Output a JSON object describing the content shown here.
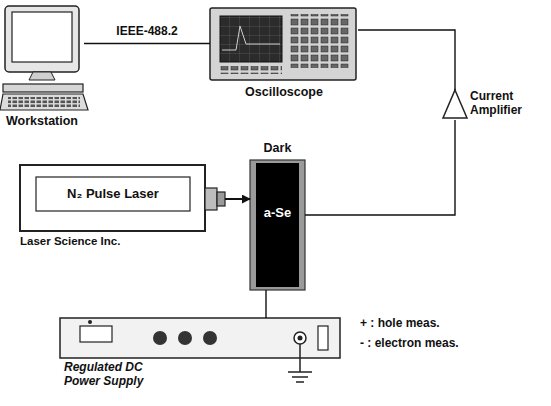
{
  "diagram": {
    "nodes": [
      {
        "text": [
          "Workstation"
        ]
      },
      {
        "text": [
          "Oscilloscope"
        ]
      },
      {
        "text": [
          "Current Amplifier"
        ]
      },
      {
        "text": [
          "N₂ Pulse Laser",
          "Laser Science Inc."
        ]
      },
      {
        "text": [
          "Dark",
          "a-Se"
        ]
      },
      {
        "text": [
          "Regulated DC Power Supply"
        ]
      }
    ],
    "edges": [
      {
        "from": 0,
        "to": 1,
        "arrow": "none",
        "label": "IEEE-488.2"
      },
      {
        "from": 1,
        "to": 2,
        "arrow": "none"
      },
      {
        "from": 2,
        "to": 4,
        "arrow": "none"
      },
      {
        "from": 3,
        "to": 4,
        "arrow": "to"
      },
      {
        "from": 4,
        "to": 5,
        "arrow": "none"
      }
    ],
    "labels": [
      "+ : hole meas.",
      "- : electron meas."
    ]
  }
}
